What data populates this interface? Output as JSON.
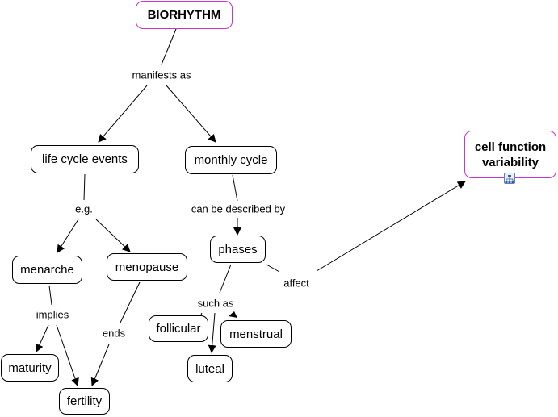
{
  "concepts": {
    "biorhythm": "BIORHYTHM",
    "life_cycle_events": "life cycle events",
    "monthly_cycle": "monthly cycle",
    "cell_function": "cell function variability",
    "menarche": "menarche",
    "menopause": "menopause",
    "phases": "phases",
    "maturity": "maturity",
    "fertility": "fertility",
    "follicular": "follicular",
    "menstrual": "menstrual",
    "luteal": "luteal"
  },
  "linking_phrases": {
    "manifests_as": "manifests as",
    "eg": "e.g.",
    "can_be_described_by": "can be described by",
    "implies": "implies",
    "ends": "ends",
    "such_as": "such as",
    "affect": "affect"
  },
  "icons": {
    "cell_function_attachment": "concept-map-icon"
  },
  "colors": {
    "highlight_border": "#cc33cc",
    "line": "#000000",
    "icon_accent": "#5b7fbf"
  }
}
